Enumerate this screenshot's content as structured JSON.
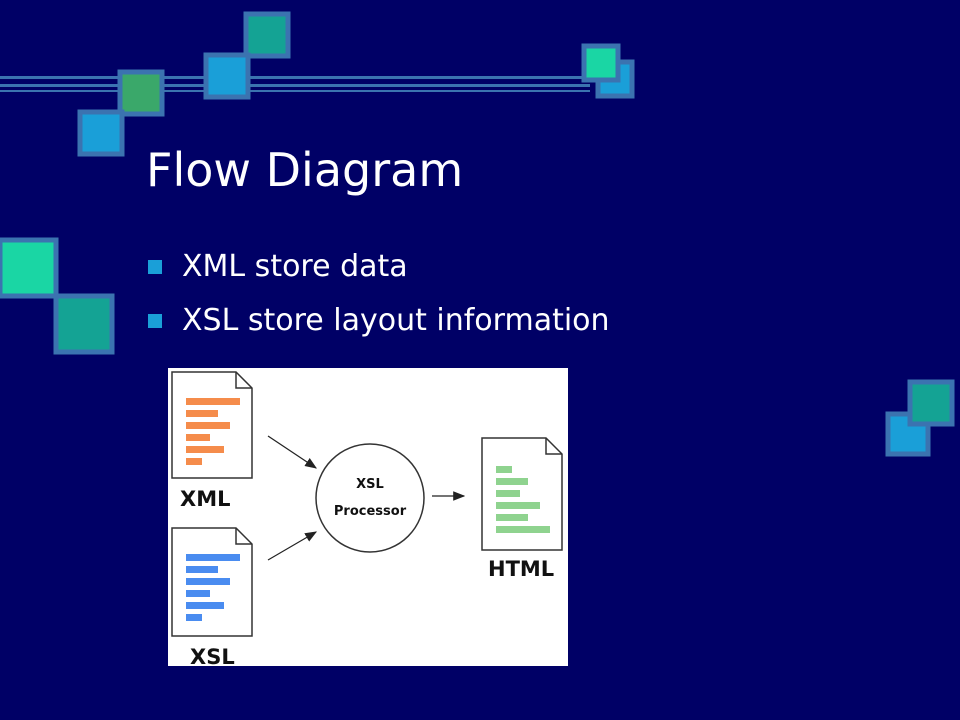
{
  "slide": {
    "title": "Flow Diagram",
    "bullets": [
      "XML store data",
      "XSL store layout information"
    ]
  },
  "diagram": {
    "xml_label": "XML",
    "xsl_label": "XSL",
    "html_label": "HTML",
    "processor_line1": "XSL",
    "processor_line2": "Processor"
  },
  "colors": {
    "background": "#000066",
    "bullet": "#1a9fd8",
    "xml_lines": "#f58c4b",
    "xsl_lines": "#4a8cf0",
    "html_lines": "#8fd38f",
    "deco_teal": "#14a394",
    "deco_blue": "#1a9fd8",
    "deco_mint": "#1ad6a4",
    "deco_green": "#3aa86a"
  }
}
